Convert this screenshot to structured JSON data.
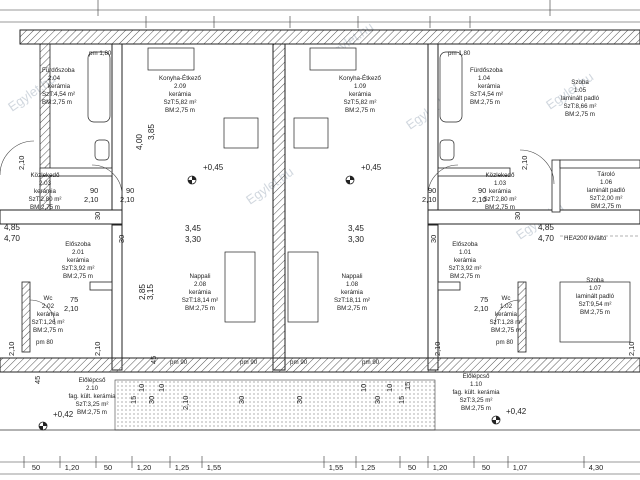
{
  "rooms": {
    "r204": [
      "Fürdőszoba",
      "2.04",
      "kerámia",
      "SzT:4,54 m²",
      "BM:2,75 m"
    ],
    "r209": [
      "Konyha-Étkező",
      "2.09",
      "kerámia",
      "SzT:5,82 m²",
      "BM:2,75 m"
    ],
    "r109": [
      "Konyha-Étkező",
      "1.09",
      "kerámia",
      "SzT:5,82 m²",
      "BM:2,75 m"
    ],
    "r104": [
      "Fürdőszoba",
      "1.04",
      "kerámia",
      "SzT:4,54 m²",
      "BM:2,75 m"
    ],
    "r105": [
      "Szoba",
      "1.05",
      "laminált padló",
      "SzT:8,66 m²",
      "BM:2,75 m"
    ],
    "r203": [
      "Közlekedő",
      "2.03",
      "kerámia",
      "SzT:2,80 m²",
      "BM:2,75 m"
    ],
    "r103": [
      "Közlekedő",
      "1.03",
      "kerámia",
      "SzT:2,80 m²",
      "BM:2,75 m"
    ],
    "r106": [
      "Tároló",
      "1.06",
      "laminált padló",
      "SzT:2,00 m²",
      "BM:2,75 m"
    ],
    "r201": [
      "Előszoba",
      "2.01",
      "kerámia",
      "SzT:3,92 m²",
      "BM:2,75 m"
    ],
    "r208": [
      "Nappali",
      "2.08",
      "kerámia",
      "SzT:18,14 m²",
      "BM:2,75 m"
    ],
    "r108": [
      "Nappali",
      "1.08",
      "kerámia",
      "SzT:18,11 m²",
      "BM:2,75 m"
    ],
    "r101": [
      "Előszoba",
      "1.01",
      "kerámia",
      "SzT:3,92 m²",
      "BM:2,75 m"
    ],
    "r107": [
      "Szoba",
      "1.07",
      "laminált padló",
      "SzT:9,54 m²",
      "BM:2,75 m"
    ],
    "r202": [
      "Wc",
      "2.02",
      "kerámia",
      "SzT:1,26 m²",
      "BM:2,75 m"
    ],
    "r102": [
      "Wc",
      "1.02",
      "kerámia",
      "SzT:1,28 m²",
      "BM:2,75 m"
    ],
    "r210": [
      "Előlépcső",
      "2.10",
      "fag. kült. kerámia",
      "SzT:3,25 m²",
      "BM:2,75 m"
    ],
    "r110": [
      "Előlépcső",
      "1.10",
      "fag. kült. kerámia",
      "SzT:3,25 m²",
      "BM:2,75 m"
    ]
  },
  "levels": {
    "l1": "+0,45",
    "l2": "+0,45",
    "l3": "+0,42",
    "l4": "+0,42"
  },
  "annotations": {
    "hea": "HEA200 kiváltó",
    "pm1": "pm 1,80",
    "pm2": "pm 1,80",
    "pm3": "pm 80",
    "pm4": "pm 80",
    "pm5": "pm 90",
    "pm6": "pm 90",
    "pm7": "pm 90",
    "pm8": "pm 90"
  },
  "dims": {
    "d345a": "3,45",
    "d330a": "3,30",
    "d345b": "3,45",
    "d330b": "3,30",
    "d400": "4,00",
    "d385": "3,85",
    "d285": "2,85",
    "d315": "3,15",
    "d485a": "4,85",
    "d470a": "4,70",
    "d485b": "4,85",
    "d470b": "4,70",
    "d90a": "90",
    "d210a": "2,10",
    "d90b": "90",
    "d210b": "2,10",
    "d90c": "90",
    "d210c": "2,10",
    "d90d": "90",
    "d210d": "2,10",
    "d75a": "75",
    "d210e": "2,10",
    "d75b": "75",
    "d210f": "2,10",
    "d30a": "30",
    "d30b": "30",
    "d30c": "30",
    "d30d": "30",
    "d45a": "45",
    "d45b": "45",
    "d30e": "30",
    "d30f": "30",
    "d10a": "10",
    "d10b": "10",
    "d10c": "10",
    "d10d": "10",
    "d210g": "2,10",
    "d210h": "2,10",
    "d210i": "2,10",
    "d210j": "2,10",
    "d210k": "2,10",
    "d210l": "2,10",
    "d210m": "2,10",
    "d15a": "15",
    "d15b": "15",
    "d15c": "15",
    "d30g": "30",
    "d30h": "30"
  },
  "bottom_dims": [
    "50",
    "1,20",
    "50",
    "1,20",
    "1,25",
    "1,55",
    "1,55",
    "1,25",
    "50",
    "1,20",
    "50",
    "1,07",
    "4,30"
  ],
  "watermark": "Egylet.hu"
}
